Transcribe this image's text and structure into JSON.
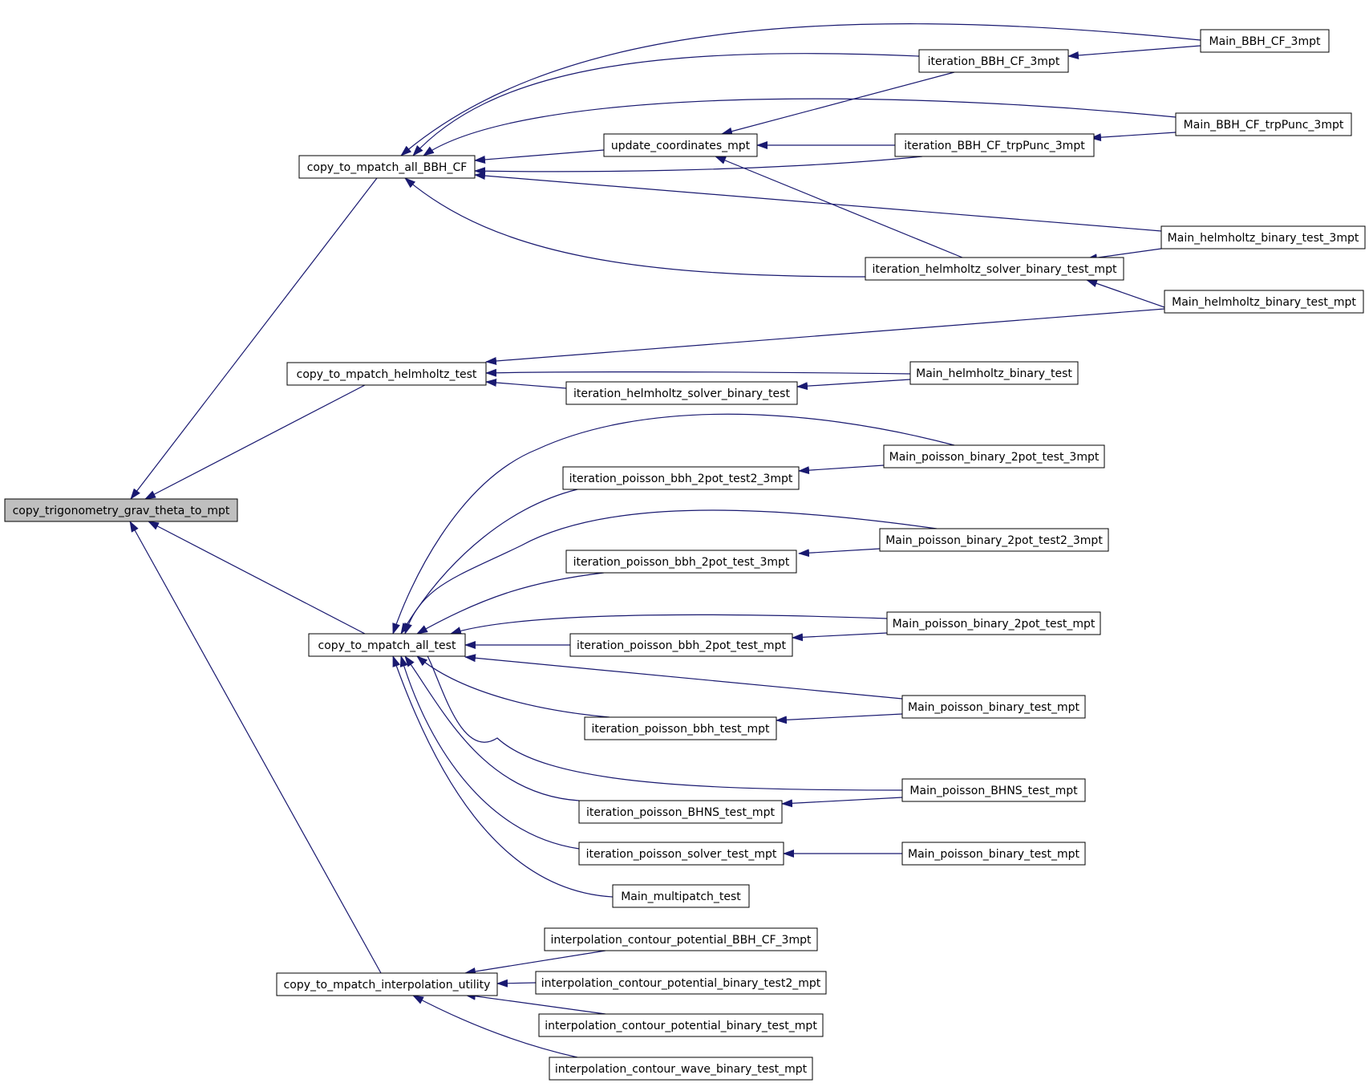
{
  "diagram": {
    "edge_color": "#191970",
    "root_fill": "#bfbfbf",
    "nodes": [
      {
        "id": "root",
        "label": "copy_trigonometry_grav_theta_to_mpt",
        "root": true
      },
      {
        "id": "bbh",
        "label": "copy_to_mpatch_all_BBH_CF"
      },
      {
        "id": "helm",
        "label": "copy_to_mpatch_helmholtz_test"
      },
      {
        "id": "alltest",
        "label": "copy_to_mpatch_all_test"
      },
      {
        "id": "interp",
        "label": "copy_to_mpatch_interpolation_utility"
      },
      {
        "id": "upd",
        "label": "update_coordinates_mpt"
      },
      {
        "id": "itbbh3",
        "label": "iteration_BBH_CF_3mpt"
      },
      {
        "id": "itbbhtrp",
        "label": "iteration_BBH_CF_trpPunc_3mpt"
      },
      {
        "id": "ithelmmpt",
        "label": "iteration_helmholtz_solver_binary_test_mpt"
      },
      {
        "id": "mbbh3",
        "label": "Main_BBH_CF_3mpt"
      },
      {
        "id": "mbbhtrp",
        "label": "Main_BBH_CF_trpPunc_3mpt"
      },
      {
        "id": "mhelm3",
        "label": "Main_helmholtz_binary_test_3mpt"
      },
      {
        "id": "mhelmmpt",
        "label": "Main_helmholtz_binary_test_mpt"
      },
      {
        "id": "mhelm",
        "label": "Main_helmholtz_binary_test"
      },
      {
        "id": "ithelm",
        "label": "iteration_helmholtz_solver_binary_test"
      },
      {
        "id": "ip2t23",
        "label": "iteration_poisson_bbh_2pot_test2_3mpt"
      },
      {
        "id": "mp2t3",
        "label": "Main_poisson_binary_2pot_test_3mpt"
      },
      {
        "id": "mp2t23",
        "label": "Main_poisson_binary_2pot_test2_3mpt"
      },
      {
        "id": "ip2t3",
        "label": "iteration_poisson_bbh_2pot_test_3mpt"
      },
      {
        "id": "mp2tm",
        "label": "Main_poisson_binary_2pot_test_mpt"
      },
      {
        "id": "ip2tm",
        "label": "iteration_poisson_bbh_2pot_test_mpt"
      },
      {
        "id": "mpbtm",
        "label": "Main_poisson_binary_test_mpt"
      },
      {
        "id": "ipbtm",
        "label": "iteration_poisson_bbh_test_mpt"
      },
      {
        "id": "mpbhns",
        "label": "Main_poisson_BHNS_test_mpt"
      },
      {
        "id": "ipbhns",
        "label": "iteration_poisson_BHNS_test_mpt"
      },
      {
        "id": "ipst",
        "label": "iteration_poisson_solver_test_mpt"
      },
      {
        "id": "mpbtm2",
        "label": "Main_poisson_binary_test_mpt"
      },
      {
        "id": "mmulti",
        "label": "Main_multipatch_test"
      },
      {
        "id": "icbbh",
        "label": "interpolation_contour_potential_BBH_CF_3mpt"
      },
      {
        "id": "icbt2",
        "label": "interpolation_contour_potential_binary_test2_mpt"
      },
      {
        "id": "icbt",
        "label": "interpolation_contour_potential_binary_test_mpt"
      },
      {
        "id": "icw",
        "label": "interpolation_contour_wave_binary_test_mpt"
      }
    ],
    "edges": [
      {
        "from": "bbh",
        "to": "root"
      },
      {
        "from": "helm",
        "to": "root"
      },
      {
        "from": "alltest",
        "to": "root"
      },
      {
        "from": "interp",
        "to": "root"
      },
      {
        "from": "mbbh3",
        "to": "bbh"
      },
      {
        "from": "itbbh3",
        "to": "bbh"
      },
      {
        "from": "mbbhtrp",
        "to": "bbh"
      },
      {
        "from": "upd",
        "to": "bbh"
      },
      {
        "from": "itbbhtrp",
        "to": "bbh"
      },
      {
        "from": "mhelm3",
        "to": "bbh"
      },
      {
        "from": "ithelmmpt",
        "to": "bbh"
      },
      {
        "from": "itbbh3",
        "to": "upd"
      },
      {
        "from": "itbbhtrp",
        "to": "upd"
      },
      {
        "from": "ithelmmpt",
        "to": "upd"
      },
      {
        "from": "mbbh3",
        "to": "itbbh3"
      },
      {
        "from": "mbbhtrp",
        "to": "itbbhtrp"
      },
      {
        "from": "mhelm3",
        "to": "ithelmmpt"
      },
      {
        "from": "mhelmmpt",
        "to": "ithelmmpt"
      },
      {
        "from": "mhelmmpt",
        "to": "helm"
      },
      {
        "from": "mhelm",
        "to": "helm"
      },
      {
        "from": "ithelm",
        "to": "helm"
      },
      {
        "from": "mhelm",
        "to": "ithelm"
      },
      {
        "from": "mp2t3",
        "to": "alltest"
      },
      {
        "from": "ip2t23",
        "to": "alltest"
      },
      {
        "from": "mp2t23",
        "to": "alltest"
      },
      {
        "from": "ip2t3",
        "to": "alltest"
      },
      {
        "from": "mp2tm",
        "to": "alltest"
      },
      {
        "from": "ip2tm",
        "to": "alltest"
      },
      {
        "from": "mpbtm",
        "to": "alltest"
      },
      {
        "from": "ipbtm",
        "to": "alltest"
      },
      {
        "from": "mpbhns",
        "to": "alltest"
      },
      {
        "from": "ipbhns",
        "to": "alltest"
      },
      {
        "from": "ipst",
        "to": "alltest"
      },
      {
        "from": "mmulti",
        "to": "alltest"
      },
      {
        "from": "mp2t3",
        "to": "ip2t23"
      },
      {
        "from": "mp2t23",
        "to": "ip2t3"
      },
      {
        "from": "mp2tm",
        "to": "ip2tm"
      },
      {
        "from": "mpbtm",
        "to": "ipbtm"
      },
      {
        "from": "mpbhns",
        "to": "ipbhns"
      },
      {
        "from": "mpbtm2",
        "to": "ipst"
      },
      {
        "from": "icbbh",
        "to": "interp"
      },
      {
        "from": "icbt2",
        "to": "interp"
      },
      {
        "from": "icbt",
        "to": "interp"
      },
      {
        "from": "icw",
        "to": "interp"
      }
    ]
  }
}
